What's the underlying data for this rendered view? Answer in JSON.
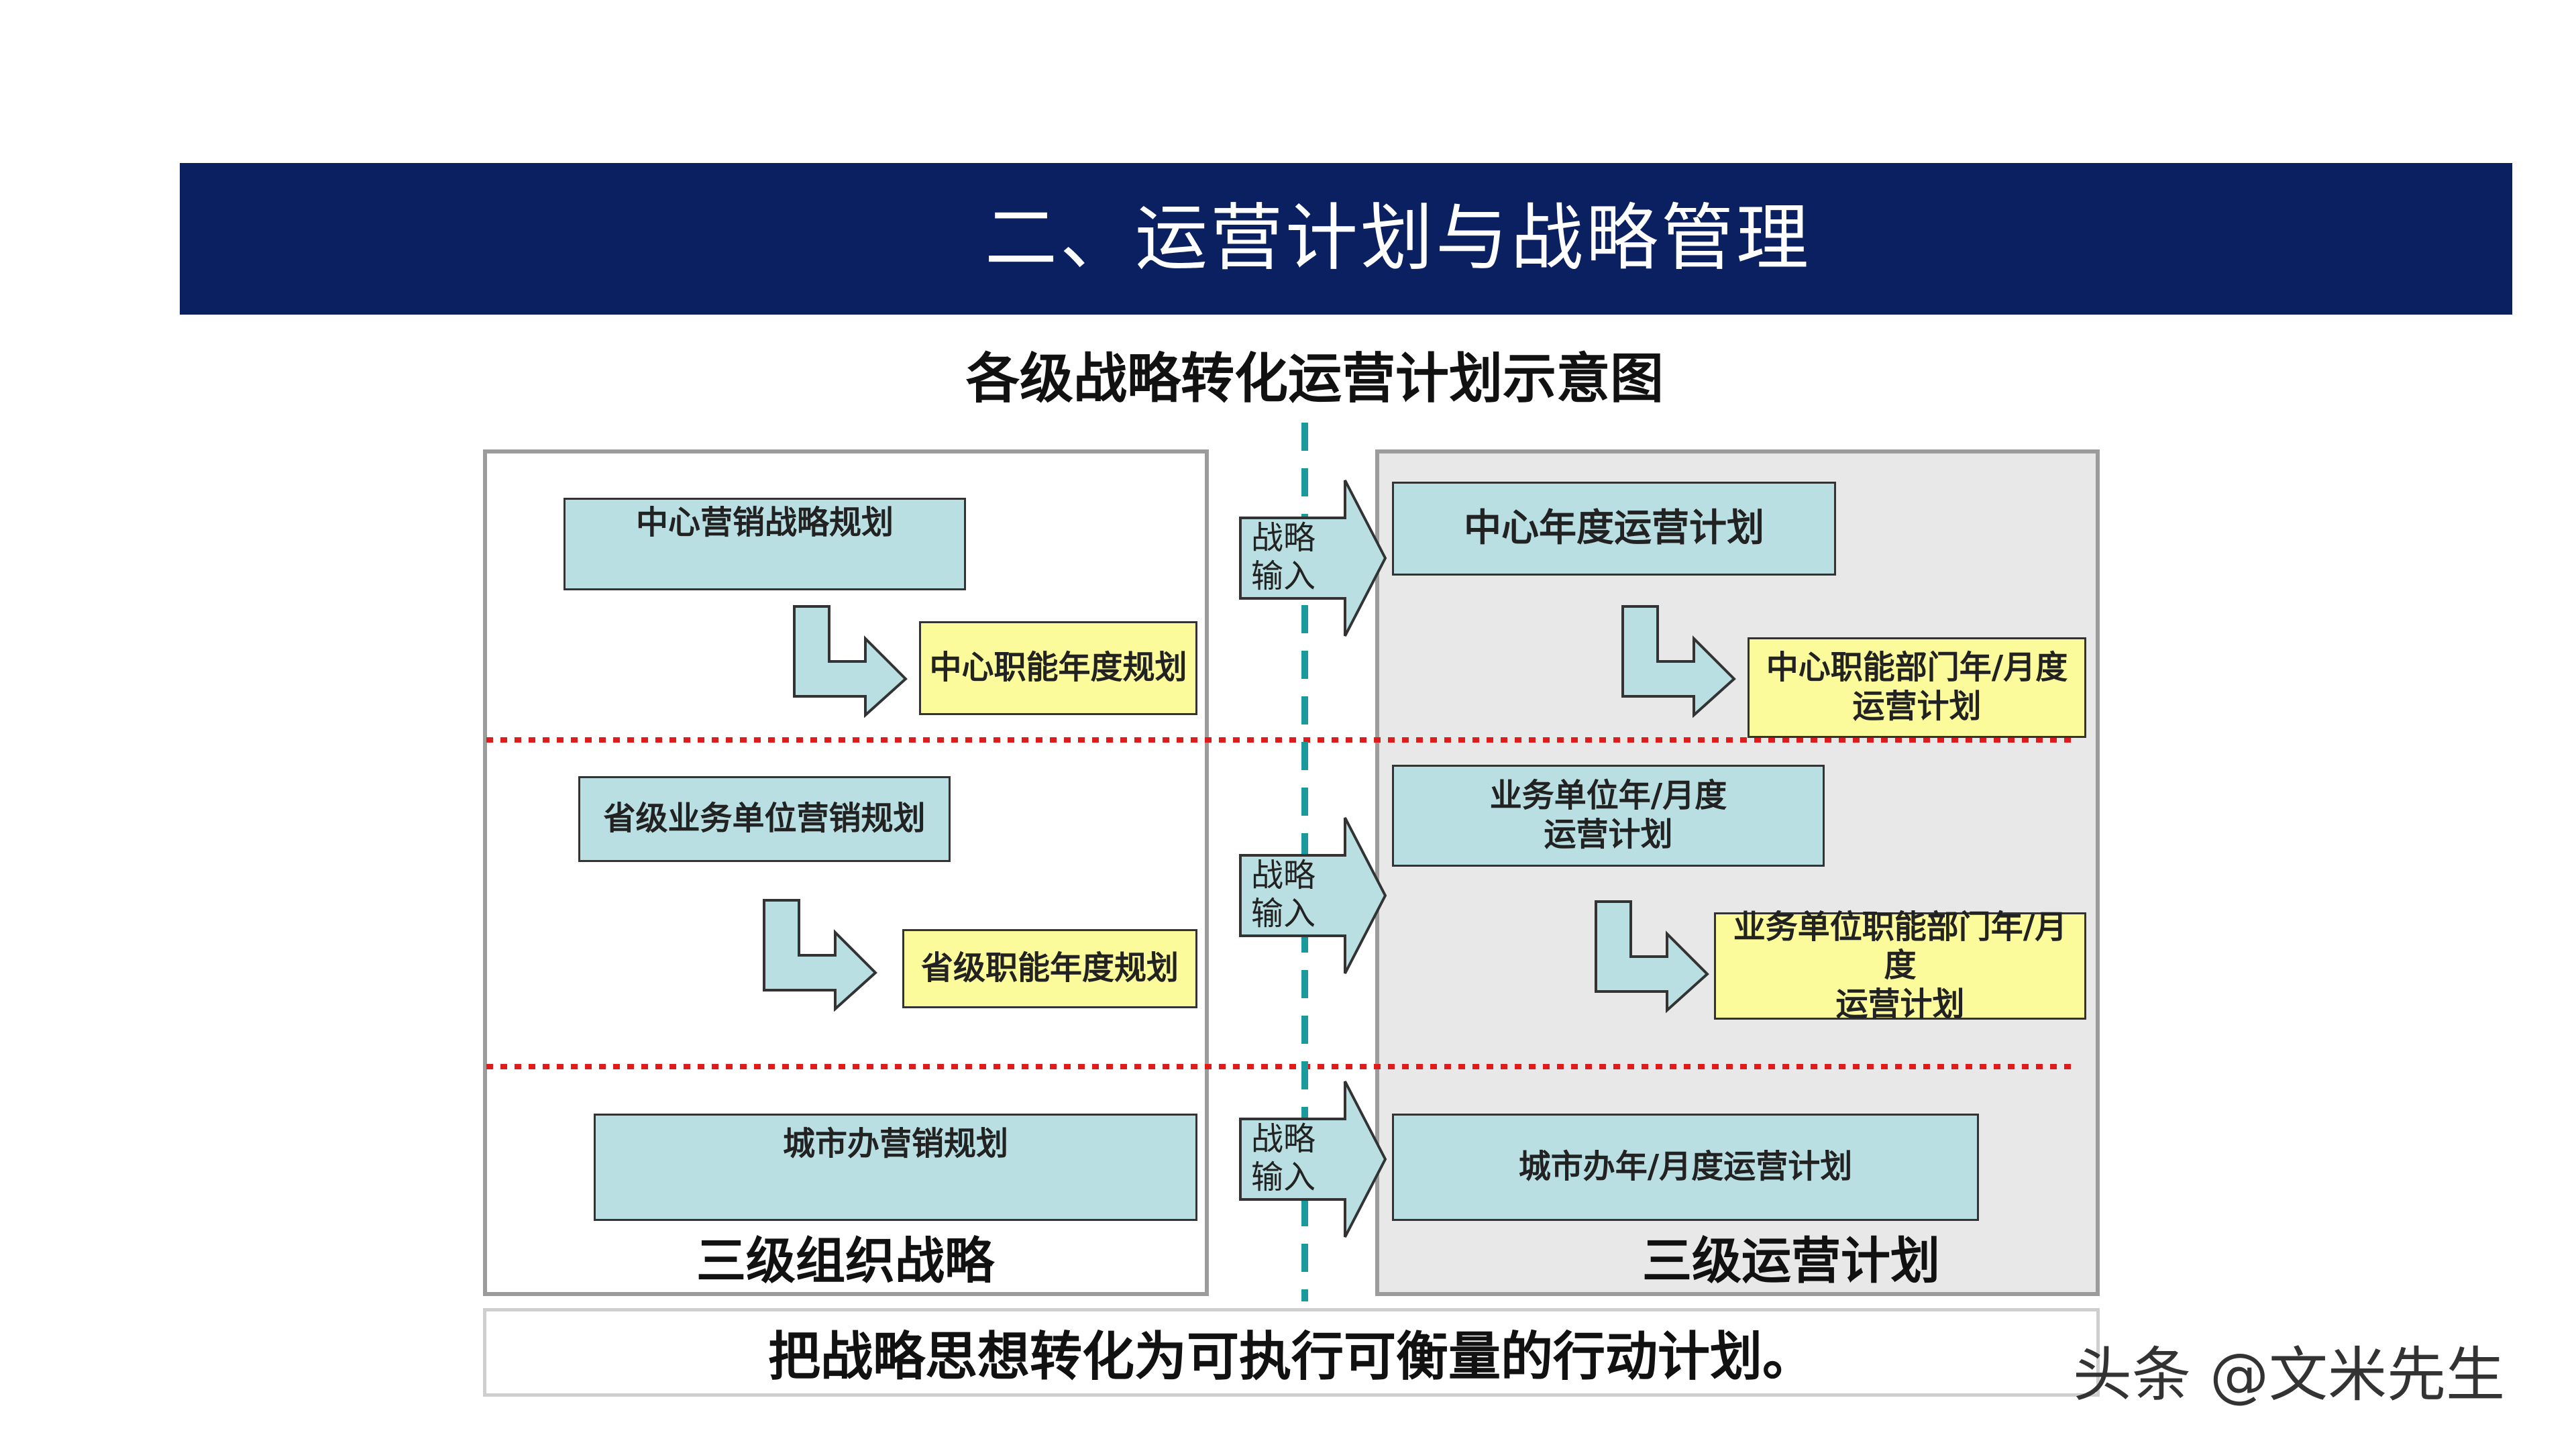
{
  "header": {
    "title": "二、运营计划与战略管理"
  },
  "diagram": {
    "title": "各级战略转化运营计划示意图",
    "left_panel": {
      "label": "三级组织战略",
      "tiers": [
        {
          "strategy": "中心营销战略规划",
          "function_plan": "中心职能年度规划"
        },
        {
          "strategy": "省级业务单位营销规划",
          "function_plan": "省级职能年度规划"
        },
        {
          "strategy": "城市办营销规划"
        }
      ]
    },
    "right_panel": {
      "label": "三级运营计划",
      "tiers": [
        {
          "plan": "中心年度运营计划",
          "dept_plan": "中心职能部门年/月度\n运营计划"
        },
        {
          "plan": "业务单位年/月度\n运营计划",
          "dept_plan": "业务单位职能部门年/月度\n运营计划"
        },
        {
          "plan": "城市办年/月度运营计划"
        }
      ]
    },
    "connectors": [
      {
        "label": "战略\n输入"
      },
      {
        "label": "战略\n输入"
      },
      {
        "label": "战略\n输入"
      }
    ],
    "conclusion": "把战略思想转化为可执行可衡量的行动计划。"
  },
  "watermark": "头条 @文米先生",
  "colors": {
    "banner": "#0b2060",
    "box_blue": "#b9dfe3",
    "box_yellow": "#fbfb9c",
    "arrow_fill": "#b9dfe3",
    "divider_red": "#e01b1b",
    "center_line": "#1a9a9a",
    "right_panel_bg": "#e8e8e8"
  }
}
